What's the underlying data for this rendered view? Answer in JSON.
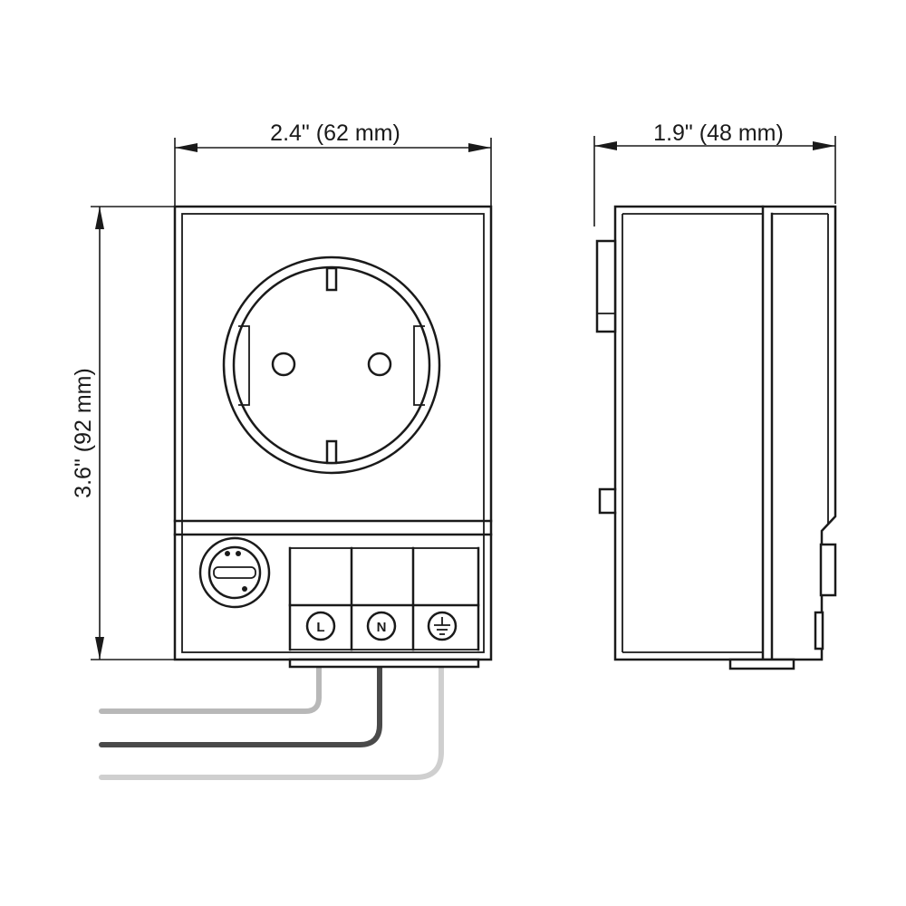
{
  "dimensions": {
    "width_front": "2.4\" (62 mm)",
    "depth_side": "1.9\" (48 mm)",
    "height": "3.6\" (92 mm)"
  },
  "terminals": [
    {
      "label": "L"
    },
    {
      "label": "N"
    },
    {
      "label": "⊕"
    }
  ],
  "wire_colors": {
    "light": "#b8b8b8",
    "dark": "#4a4a4a",
    "lighter": "#cfcfcf"
  },
  "icons": {
    "socket": "schuko-socket-icon",
    "fuse": "fuse-holder-icon",
    "earth": "earth-symbol-icon"
  }
}
